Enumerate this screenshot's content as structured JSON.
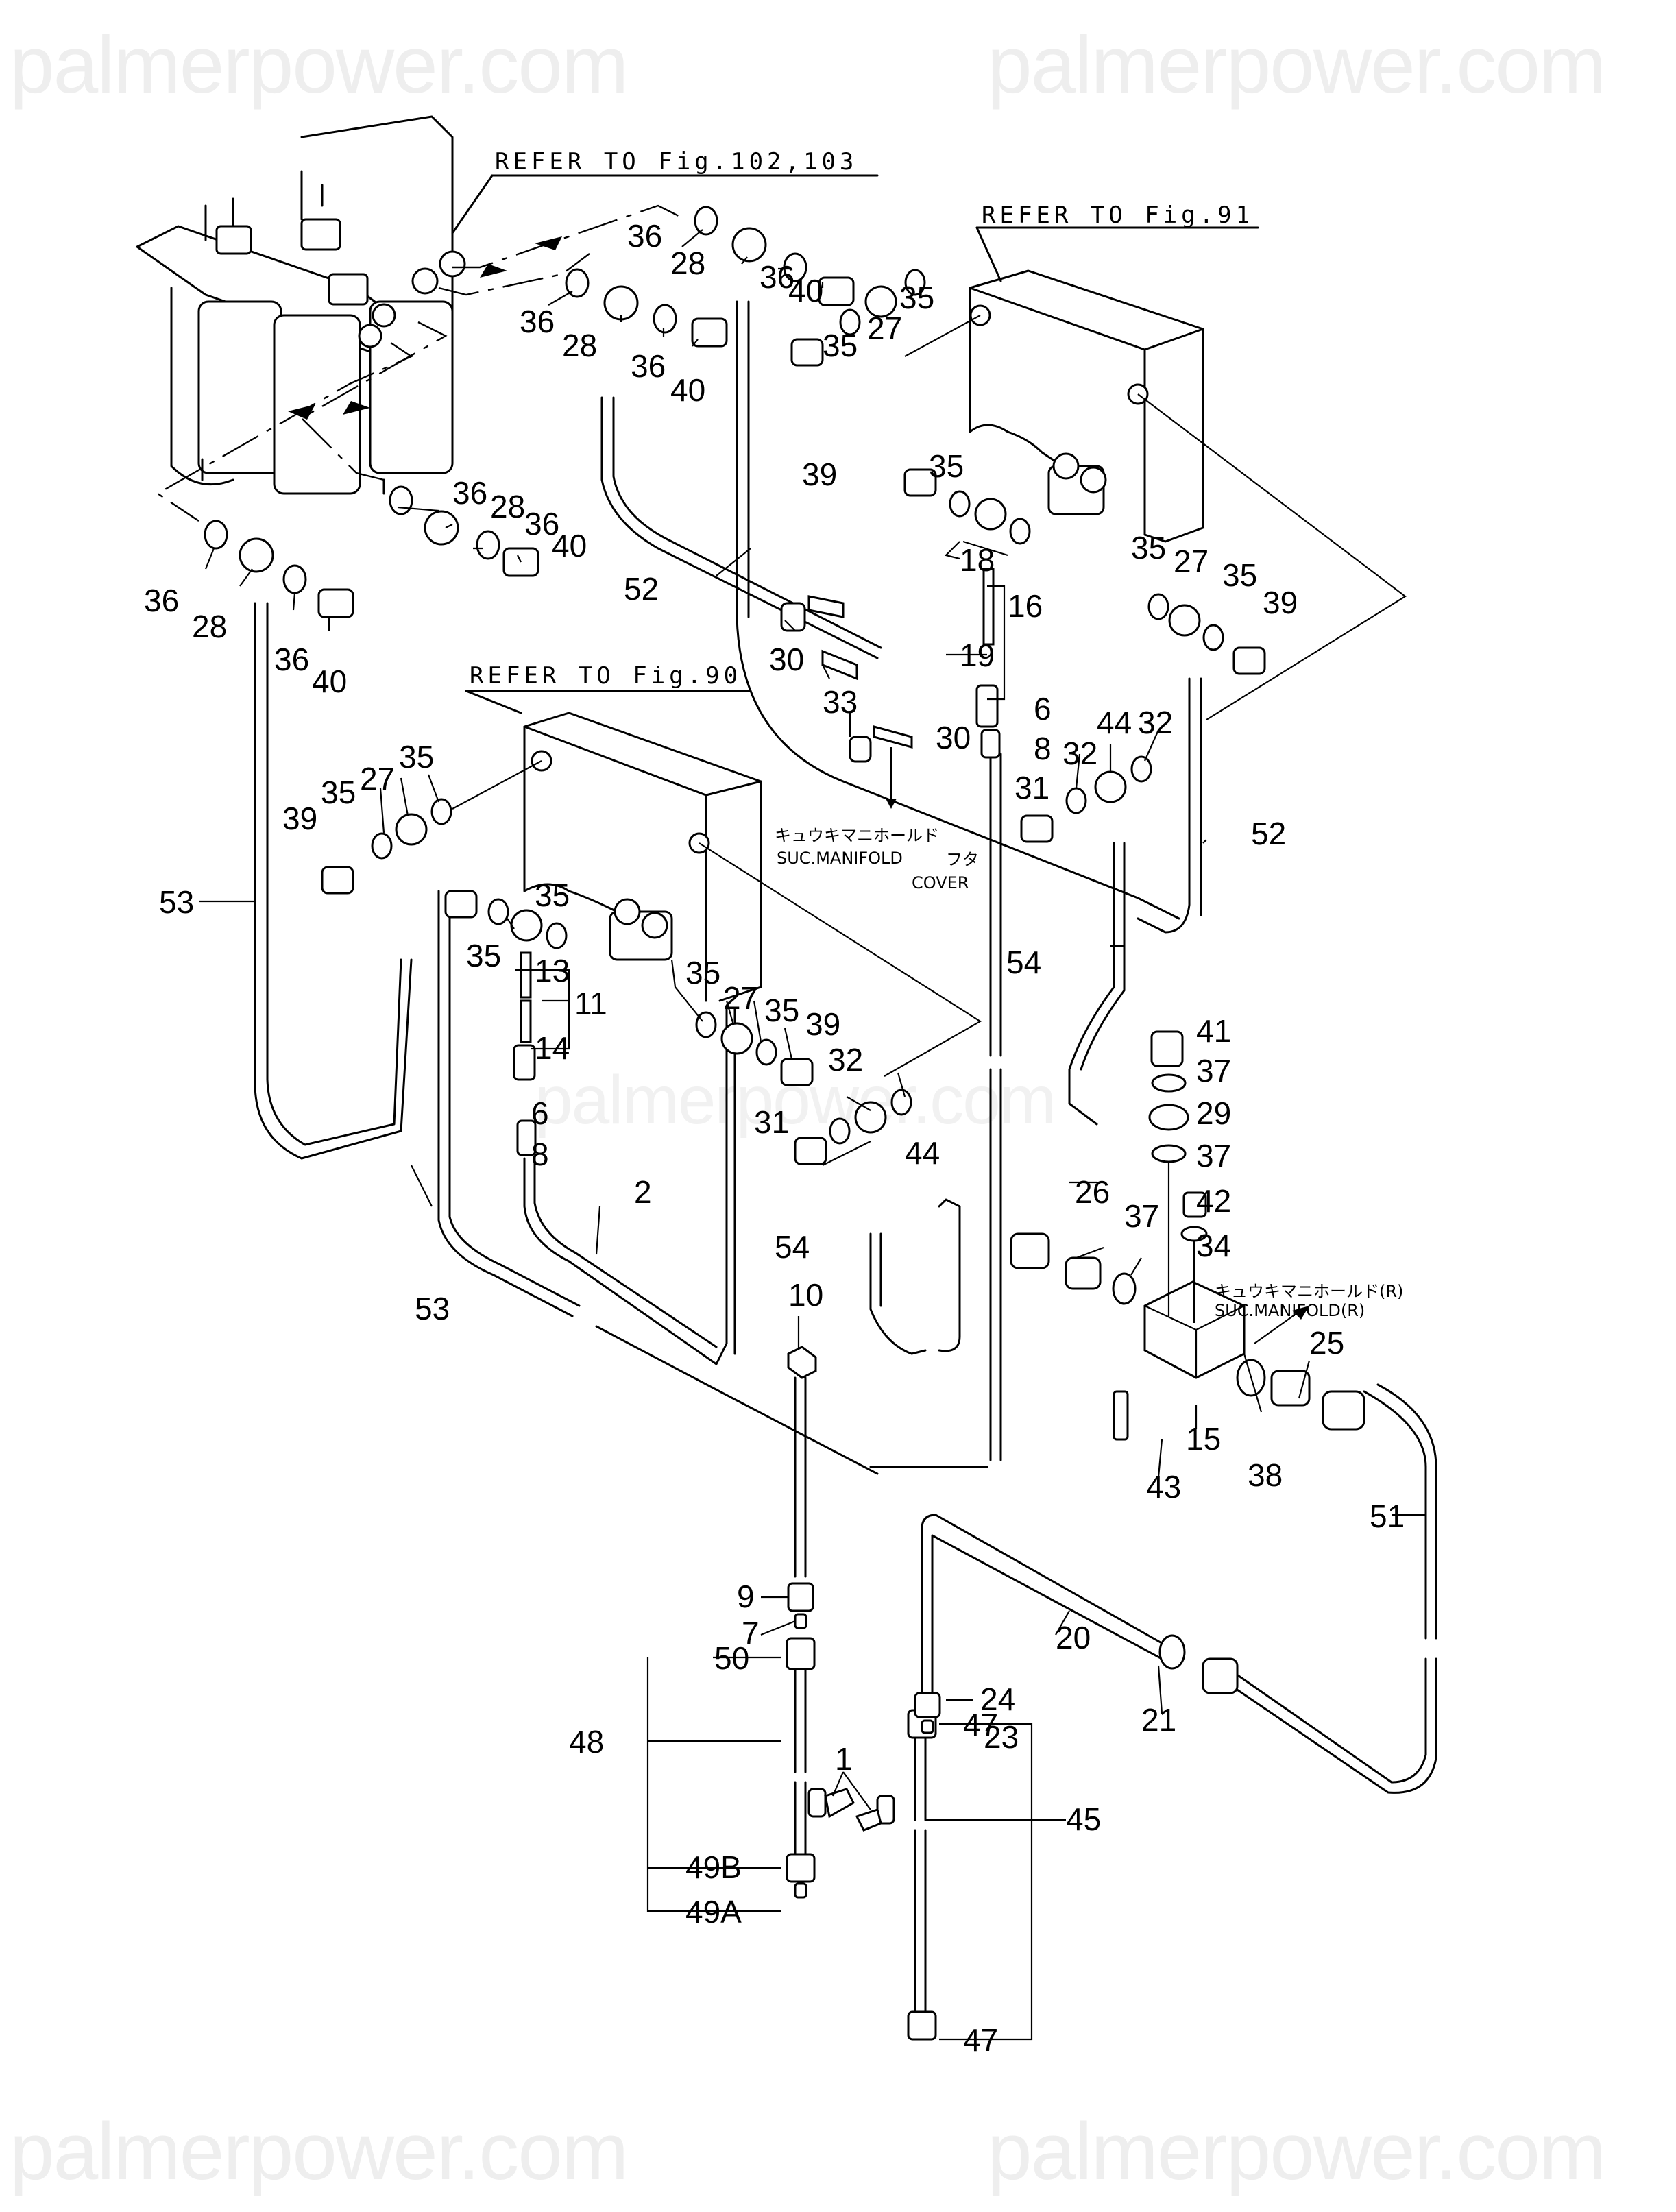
{
  "watermark": "palmerpower.com",
  "references": {
    "fig_102_103": "REFER TO Fig.102,103",
    "fig_91": "REFER TO Fig.91",
    "fig_90": "REFER TO Fig.90"
  },
  "notes": {
    "suc_manifold_cover_jp": "キュウキマニホールド",
    "suc_manifold_cover_en": "SUC.MANIFOLD",
    "suc_manifold_cover_jp2": "フタ",
    "suc_manifold_cover_en2": "COVER",
    "suc_manifold_r_jp": "キュウキマニホールド(R)",
    "suc_manifold_r_en": "SUC.MANIFOLD(R)"
  },
  "callouts": {
    "c36a": "36",
    "c28a": "28",
    "c36b": "36",
    "c40a": "40",
    "c36c": "36",
    "c28b": "28",
    "c36d": "36",
    "c40b": "40",
    "c36e": "36",
    "c28c": "28",
    "c36f": "36",
    "c40c": "40",
    "c36g": "36",
    "c28d": "28",
    "c36h": "36",
    "c40d": "40",
    "c35a": "35",
    "c27a": "27",
    "c35b": "35",
    "c39a": "39",
    "c35c": "35",
    "c18a": "18",
    "c16": "16",
    "c19": "19",
    "c35d": "35",
    "c27b": "27",
    "c35e": "35",
    "c39b": "39",
    "c52a": "52",
    "c30a": "30",
    "c33": "33",
    "c30b": "30",
    "c6a": "6",
    "c8a": "8",
    "c44a": "44",
    "c32a": "32",
    "c32b": "32",
    "c31a": "31",
    "c52b": "52",
    "c53a": "53",
    "c39c": "39",
    "c35f": "35",
    "c27c": "27",
    "c35g": "35",
    "c35h": "35",
    "c35i": "35",
    "c13": "13",
    "c11": "11",
    "c14": "14",
    "c35j": "35",
    "c27d": "27",
    "c35k": "35",
    "c39d": "39",
    "c32c": "32",
    "c6b": "6",
    "c8b": "8",
    "c31b": "31",
    "c44b": "44",
    "c54a": "54",
    "c41": "41",
    "c37a": "37",
    "c29": "29",
    "c37b": "37",
    "c42": "42",
    "c26": "26",
    "c37c": "37",
    "c34": "34",
    "c2": "2",
    "c53b": "53",
    "c54b": "54",
    "c10": "10",
    "c25": "25",
    "c15": "15",
    "c43": "43",
    "c38": "38",
    "c9": "9",
    "c7": "7",
    "c51": "51",
    "c20": "20",
    "c21": "21",
    "c24": "24",
    "c23": "23",
    "c50": "50",
    "c48": "48",
    "c1": "1",
    "c47a": "47",
    "c45": "45",
    "c49b": "49B",
    "c49a": "49A",
    "c47b": "47"
  }
}
